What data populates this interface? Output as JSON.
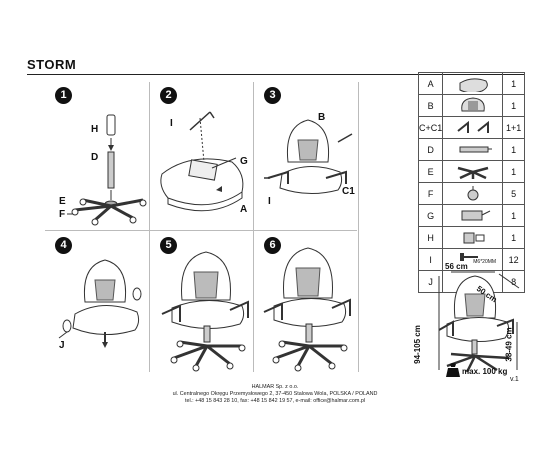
{
  "title": "STORM",
  "steps": [
    {
      "number": "1",
      "labels": {
        "h": "H",
        "d": "D",
        "e": "E",
        "f": "F"
      }
    },
    {
      "number": "2",
      "labels": {
        "i": "I",
        "g": "G",
        "a": "A"
      }
    },
    {
      "number": "3",
      "labels": {
        "b": "B",
        "i": "I",
        "c": "C1"
      }
    },
    {
      "number": "4",
      "labels": {
        "j": "J"
      }
    },
    {
      "number": "5"
    },
    {
      "number": "6"
    }
  ],
  "parts": [
    {
      "letter": "A",
      "qty": "1",
      "icon": "seat-icon"
    },
    {
      "letter": "B",
      "qty": "1",
      "icon": "backrest-icon"
    },
    {
      "letter": "C+C1",
      "qty": "1+1",
      "icon": "armrests-icon"
    },
    {
      "letter": "D",
      "qty": "1",
      "icon": "gas-lift-icon"
    },
    {
      "letter": "E",
      "qty": "1",
      "icon": "star-base-icon"
    },
    {
      "letter": "F",
      "qty": "5",
      "icon": "caster-icon"
    },
    {
      "letter": "G",
      "qty": "1",
      "icon": "mechanism-icon"
    },
    {
      "letter": "H",
      "qty": "1",
      "icon": "cover-icon"
    },
    {
      "letter": "I",
      "qty": "12",
      "icon": "bolt-icon",
      "note": "M6*20MM"
    },
    {
      "letter": "J",
      "qty": "8",
      "icon": "cap-icon"
    }
  ],
  "dimensions": {
    "width": "56 cm",
    "depth": "50 cm",
    "height": "94-105 cm",
    "seat_height": "38-49 cm",
    "max_load": "max. 100 kg"
  },
  "footer": {
    "company": "HALMAR Sp. z o.o.",
    "address": "ul. Centralnego Okręgu Przemysłowego 2, 37-450 Stalowa Wola, POLSKA / POLAND",
    "contact": "tel.: +48 15 843 28 10, fax: +48 15 842 19 57, e-mail: office@halmar.com.pl"
  },
  "version": "v.1"
}
